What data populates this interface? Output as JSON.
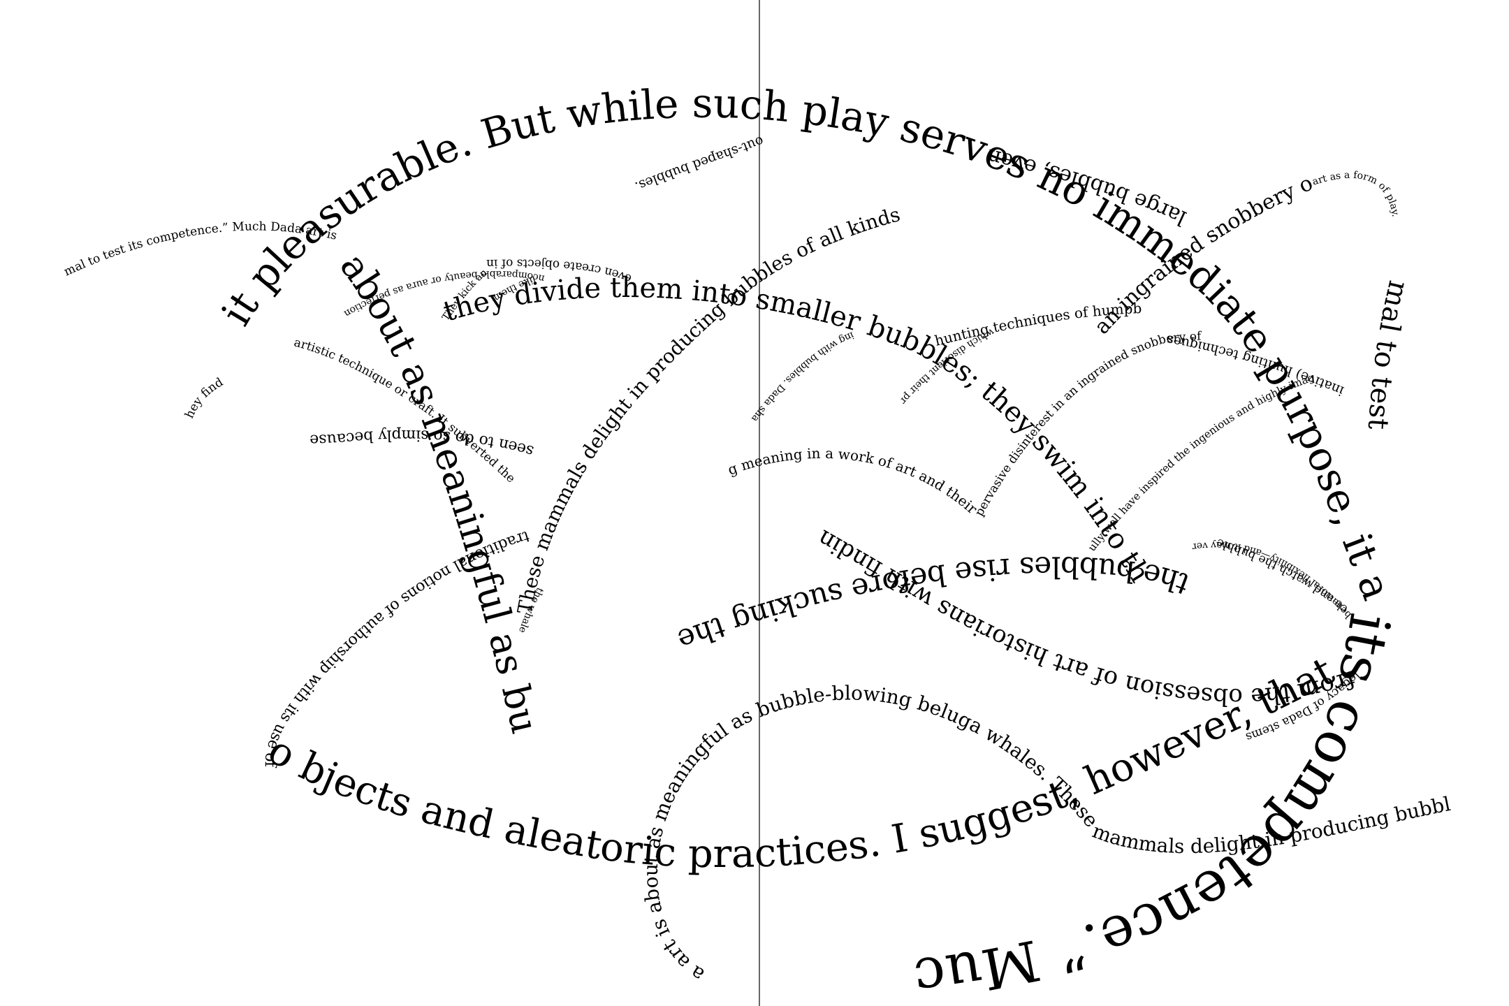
{
  "page": {
    "background": "#ffffff",
    "ink": "#000000"
  },
  "lines": [
    {
      "id": "l1",
      "text": "it pleasurable. But while such play serves no immediate purpose, it aids"
    },
    {
      "id": "l2",
      "text": "hey find"
    },
    {
      "id": "l3",
      "text": "mal to test its competence.” Much Dada art is"
    },
    {
      "id": "l4",
      "text": "about as meaningful as bubble-blowing beluga whales"
    },
    {
      "id": "l5",
      "text": "artistic technique or craft. It subverted the"
    },
    {
      "id": "l6",
      "text": "ncomparable beauty or aura as perfection"
    },
    {
      "id": "l7",
      "text": "seen to do so simply because"
    },
    {
      "id": "l8",
      "text": "traditional notions of authorship with its use of found"
    },
    {
      "id": "l9",
      "text": "o bjects and aleatoric practices. I suggest, however, that this negative"
    },
    {
      "id": "l10",
      "text": "These mammals delight in producing bubbles of all kinds"
    },
    {
      "id": "l11",
      "text": "the whale"
    },
    {
      "id": "l12",
      "text": "They kick and"
    },
    {
      "id": "l13",
      "text": "even create objects of intriguing"
    },
    {
      "id": "l14",
      "text": "out-shaped bubbles."
    },
    {
      "id": "l15",
      "text": "they divide them into smaller bubbles; they swim into the surf"
    },
    {
      "id": "l16",
      "text": "large bubbles, even"
    },
    {
      "id": "l17",
      "text": "like them;"
    },
    {
      "id": "l18",
      "text": "the bubbles rise before sucking the"
    },
    {
      "id": "l19",
      "text": "ing with bubbles. Dada shares with"
    },
    {
      "id": "l20",
      "text": "an ingrained snobbery of"
    },
    {
      "id": "l21",
      "text": "art as a form of play."
    },
    {
      "id": "l22",
      "text": "mal to test"
    },
    {
      "id": "l23",
      "text": "its competence.” Much Dad"
    },
    {
      "id": "l24",
      "text": "a art is about as meaningful as bubble-blowing beluga whales. These mammals delight in producing bubbles of all kinds"
    },
    {
      "id": "l25",
      "text": "pervasive disinterest in an ingrained snobbery of"
    },
    {
      "id": "l26",
      "text": "hunting techniques of humpback whales."
    },
    {
      "id": "l27",
      "text": "ce and watch the bubbles rise"
    },
    {
      "id": "l28",
      "text": "ully well have inspired the ingenious and highly imag"
    },
    {
      "id": "l29",
      "text": "inative) hunting techniques"
    },
    {
      "id": "l30",
      "text": "behavioral flexibility—and it may ver"
    },
    {
      "id": "l31",
      "text": "g meaning in a work of art and their"
    },
    {
      "id": "l32",
      "text": "which disorient their pr"
    },
    {
      "id": "l33",
      "text": "from the obsession of art historians with findin"
    },
    {
      "id": "l34",
      "text": "legacy of Dada stems"
    }
  ]
}
